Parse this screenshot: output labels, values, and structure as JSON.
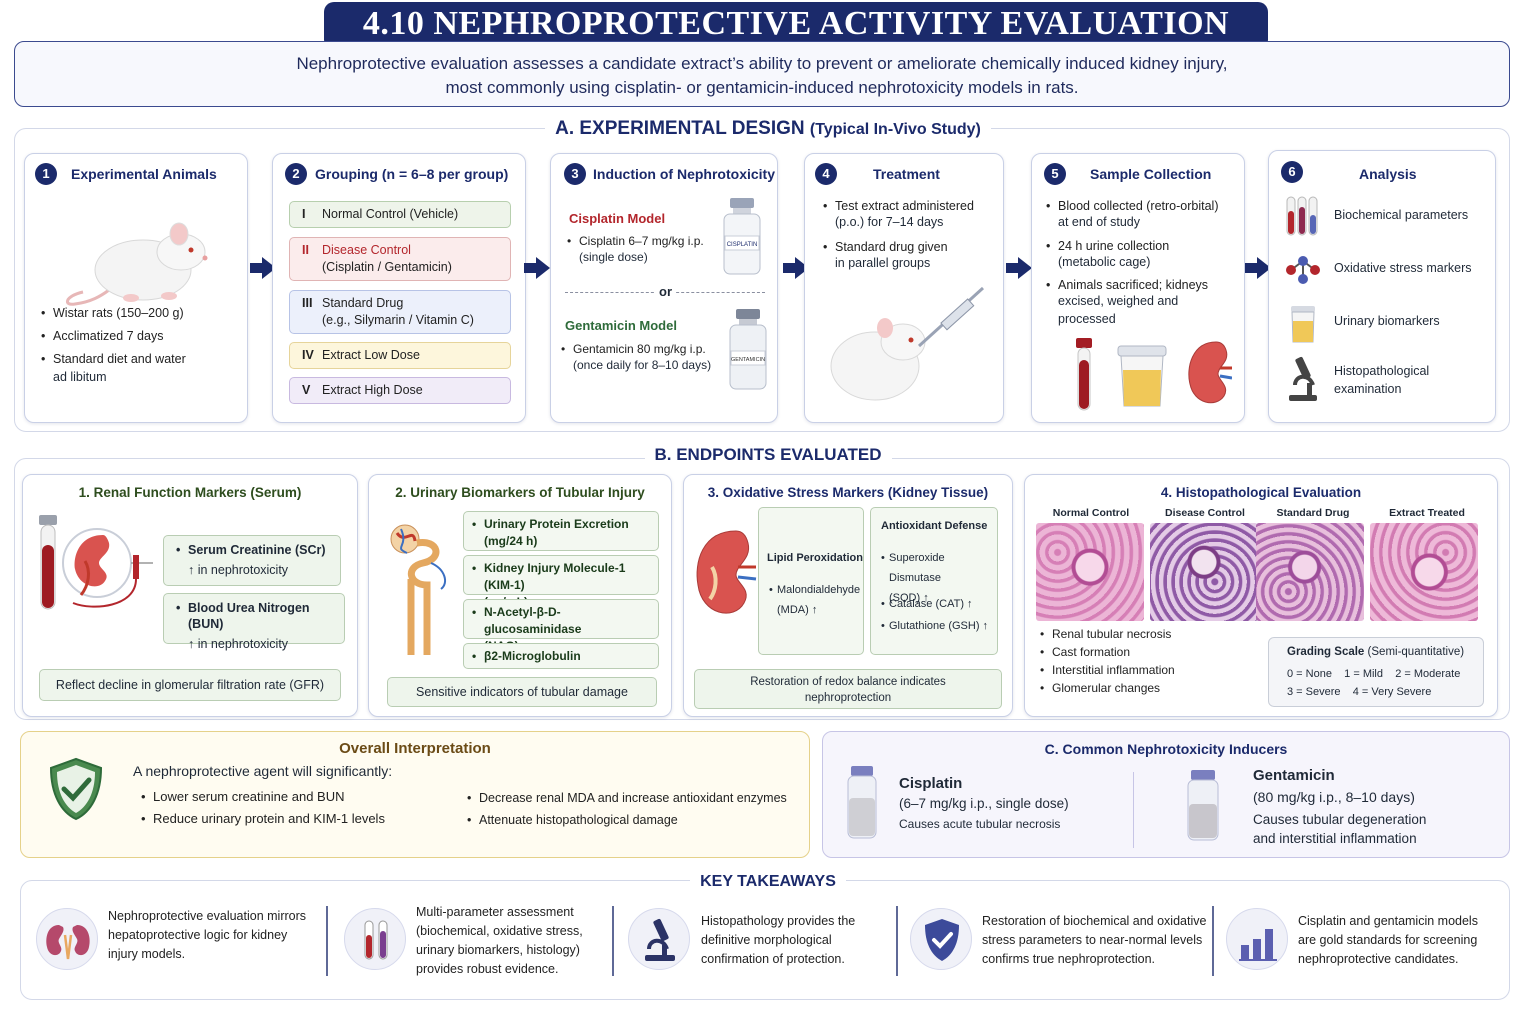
{
  "title": "4.10 NEPHROPROTECTIVE ACTIVITY EVALUATION",
  "intro": {
    "line1": "Nephroprotective evaluation assesses a candidate extract’s ability to prevent or ameliorate chemically induced kidney injury,",
    "line2": "most commonly using cisplatin- or gentamicin-induced nephrotoxicity models in rats."
  },
  "sectionA": {
    "title": "A. EXPERIMENTAL DESIGN",
    "subtitle": "(Typical In-Vivo Study)",
    "steps": [
      {
        "num": "1",
        "title": "Experimental Animals",
        "bullets": [
          "Wistar rats (150–200 g)",
          "Acclimatized 7 days",
          "Standard diet and water",
          "ad libitum"
        ]
      },
      {
        "num": "2",
        "title": "Grouping (n = 6–8 per group)",
        "groups": [
          {
            "rn": "I",
            "label": "Normal Control (Vehicle)",
            "sub": ""
          },
          {
            "rn": "II",
            "label": "Disease Control",
            "sub": "(Cisplatin / Gentamicin)"
          },
          {
            "rn": "III",
            "label": "Standard Drug",
            "sub": "(e.g., Silymarin / Vitamin C)"
          },
          {
            "rn": "IV",
            "label": "Extract Low Dose",
            "sub": ""
          },
          {
            "rn": "V",
            "label": "Extract High Dose",
            "sub": ""
          }
        ]
      },
      {
        "num": "3",
        "title": "Induction of Nephrotoxicity",
        "cis_title": "Cisplatin Model",
        "cis_l1": "Cisplatin 6–7 mg/kg i.p.",
        "cis_l2": "(single dose)",
        "or": "or",
        "gen_title": "Gentamicin Model",
        "gen_l1": "Gentamicin 80 mg/kg i.p.",
        "gen_l2": "(once daily for 8–10 days)",
        "vial1": "CISPLATIN",
        "vial2": "GENTAMICIN"
      },
      {
        "num": "4",
        "title": "Treatment",
        "bullets": [
          "Test extract administered",
          "(p.o.) for 7–14 days",
          "Standard drug given",
          "in parallel groups"
        ]
      },
      {
        "num": "5",
        "title": "Sample Collection",
        "bullets": [
          "Blood collected (retro-orbital)",
          "at end of study",
          "24 h urine collection",
          "(metabolic cage)",
          "Animals sacrificed; kidneys",
          "excised, weighed and",
          "processed"
        ]
      },
      {
        "num": "6",
        "title": "Analysis",
        "items": [
          "Biochemical parameters",
          "Oxidative stress markers",
          "Urinary biomarkers",
          "Histopathological",
          "examination"
        ]
      }
    ]
  },
  "sectionB": {
    "title": "B. ENDPOINTS EVALUATED",
    "renal": {
      "title": "1. Renal Function Markers (Serum)",
      "m1a": "Serum Creatinine (SCr)",
      "m1b": "↑ in nephrotoxicity",
      "m2a": "Blood Urea Nitrogen (BUN)",
      "m2b": "↑ in nephrotoxicity",
      "note": "Reflect decline in glomerular filtration rate (GFR)"
    },
    "urinary": {
      "title": "2. Urinary Biomarkers of Tubular Injury",
      "markers": [
        [
          "Urinary Protein Excretion",
          "(mg/24 h)"
        ],
        [
          "Kidney Injury Molecule-1 (KIM-1)",
          "(ng/mL)"
        ],
        [
          "N-Acetyl-β-D-glucosaminidase",
          "(NAG)"
        ],
        [
          "β2-Microglobulin",
          ""
        ]
      ],
      "note": "Sensitive indicators of tubular damage"
    },
    "oxidative": {
      "title": "3. Oxidative Stress Markers (Kidney Tissue)",
      "lp_title": "Lipid Peroxidation",
      "lp_l1": "Malondialdehyde",
      "lp_l2": "(MDA) ↑",
      "ad_title": "Antioxidant Defense",
      "ad_items": [
        "Superoxide Dismutase",
        "(SOD) ↑",
        "Catalase (CAT) ↑",
        "Glutathione (GSH) ↑"
      ],
      "note_l1": "Restoration of redox balance indicates",
      "note_l2": "nephroprotection"
    },
    "histo": {
      "title": "4. Histopathological Evaluation",
      "panels": [
        "Normal Control",
        "Disease Control",
        "Standard Drug",
        "Extract Treated"
      ],
      "findings": [
        "Renal tubular necrosis",
        "Cast formation",
        "Interstitial inflammation",
        "Glomerular changes"
      ],
      "grading_title": "Grading Scale",
      "grading_sub": "(Semi-quantitative)",
      "grade_l1": "0 = None    1 = Mild    2 = Moderate",
      "grade_l2": "3 = Severe    4 = Very Severe"
    }
  },
  "interpretation": {
    "title": "Overall Interpretation",
    "lead": "A nephroprotective agent will significantly:",
    "left": [
      "Lower serum creatinine and BUN",
      "Reduce urinary protein and KIM-1 levels"
    ],
    "right": [
      "Decrease renal MDA and increase antioxidant enzymes",
      "Attenuate histopathological damage"
    ]
  },
  "inducers": {
    "title": "C. Common Nephrotoxicity Inducers",
    "cis_name": "Cisplatin",
    "cis_dose": "(6–7 mg/kg i.p., single dose)",
    "cis_effect": "Causes acute tubular necrosis",
    "gen_name": "Gentamicin",
    "gen_dose": "(80 mg/kg i.p., 8–10 days)",
    "gen_eff1": "Causes tubular degeneration",
    "gen_eff2": "and interstitial inflammation"
  },
  "takeaways": {
    "title": "KEY TAKEAWAYS",
    "items": [
      [
        "Nephroprotective evaluation mirrors",
        "hepatoprotective logic for kidney",
        "injury models."
      ],
      [
        "Multi-parameter assessment",
        "(biochemical, oxidative stress,",
        "urinary biomarkers, histology)",
        "provides robust evidence."
      ],
      [
        "Histopathology provides the",
        "definitive morphological",
        "confirmation of protection."
      ],
      [
        "Restoration of biochemical and oxidative",
        "stress parameters to near-normal levels",
        "confirms true nephroprotection."
      ],
      [
        "Cisplatin and gentamicin models",
        "are gold standards for screening",
        "nephroprotective candidates."
      ]
    ]
  },
  "colors": {
    "navy": "#1b2a6b",
    "green": "#2e6b3a",
    "red": "#b3262c"
  }
}
